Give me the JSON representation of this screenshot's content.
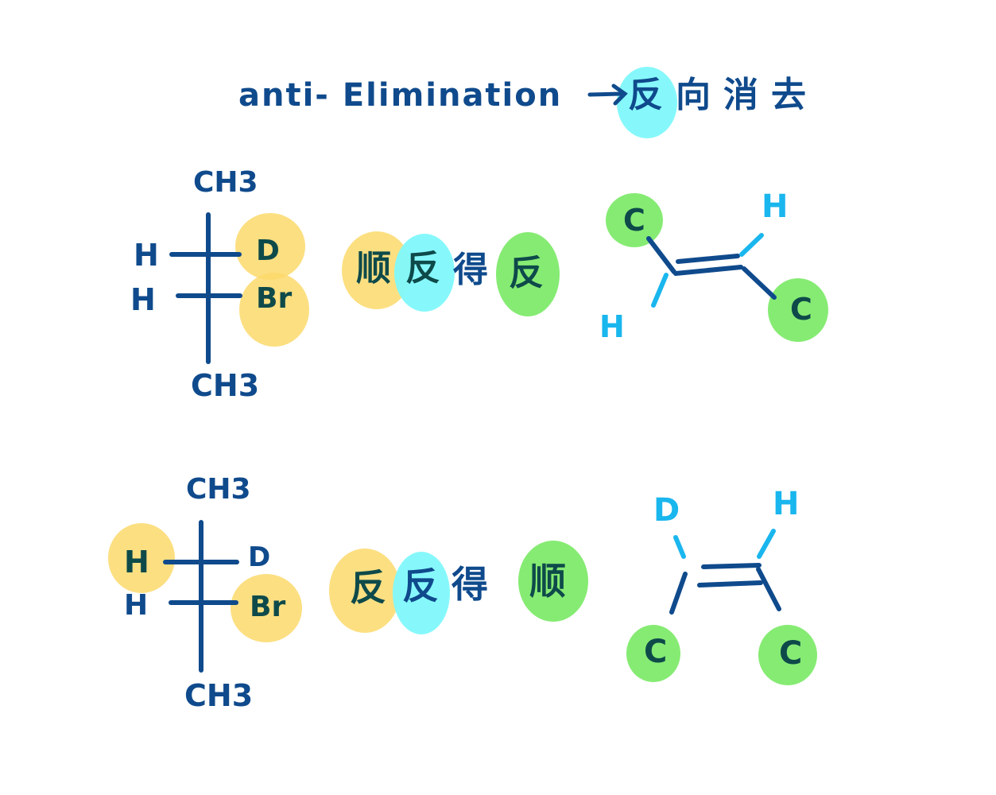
{
  "title": {
    "english": "anti- Elimination",
    "arrow": "→",
    "chinese": [
      "反",
      "向",
      "消",
      "去"
    ]
  },
  "colors": {
    "ink": "#0f4a8c",
    "dark_ink": "#0e4a4a",
    "light_ink": "#1ab6ee",
    "highlight_yellow": "#fcd96b",
    "highlight_cyan": "#7ff8fb",
    "highlight_green": "#7fea6c"
  },
  "example1": {
    "fischer": {
      "top": "CH3",
      "bottom": "CH3",
      "left_upper": "H",
      "left_lower": "H",
      "right_upper": "D",
      "right_lower": "Br"
    },
    "rule": [
      "顺",
      "反",
      "得",
      "反"
    ],
    "product": {
      "top_left": "C",
      "top_right": "H",
      "bottom_left": "H",
      "bottom_right": "C"
    }
  },
  "example2": {
    "fischer": {
      "top": "CH3",
      "bottom": "CH3",
      "left_upper": "H",
      "left_lower": "H",
      "right_upper": "D",
      "right_lower": "Br"
    },
    "rule": [
      "反",
      "反",
      "得",
      "顺"
    ],
    "product": {
      "top_left": "D",
      "top_right": "H",
      "bottom_left": "C",
      "bottom_right": "C"
    }
  }
}
